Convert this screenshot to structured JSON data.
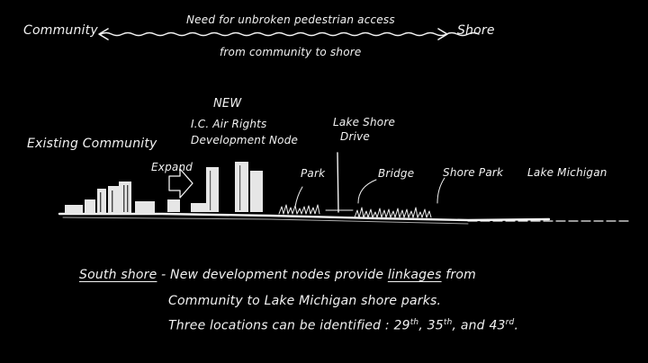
{
  "header": {
    "left_label": "Community",
    "right_label": "Shore",
    "need_line1": "Need for unbroken pedestrian access",
    "need_line2": "from community to shore"
  },
  "section_labels": {
    "new_label": "NEW",
    "ic_air_rights_line1": "I.C. Air Rights",
    "ic_air_rights_line2": "Development Node",
    "existing_community": "Existing Community",
    "expand": "Expand",
    "park": "Park",
    "lake_shore_drive_line1": "Lake Shore",
    "lake_shore_drive_line2": "Drive",
    "bridge": "Bridge",
    "shore_park": "Shore Park",
    "lake_michigan": "Lake Michigan"
  },
  "caption": {
    "lead": "South shore",
    "dash": "-",
    "line1_text_a": "New development nodes provide",
    "line1_emph": "linkages",
    "line1_text_b": "from",
    "line2": "Community to Lake Michigan shore parks.",
    "line3_a": "Three locations can be identified :",
    "loc1": "29",
    "loc1_sup": "th",
    "loc2": "35",
    "loc2_sup": "th",
    "and": "and",
    "loc3": "43",
    "loc3_sup": "rd",
    "end": "."
  }
}
